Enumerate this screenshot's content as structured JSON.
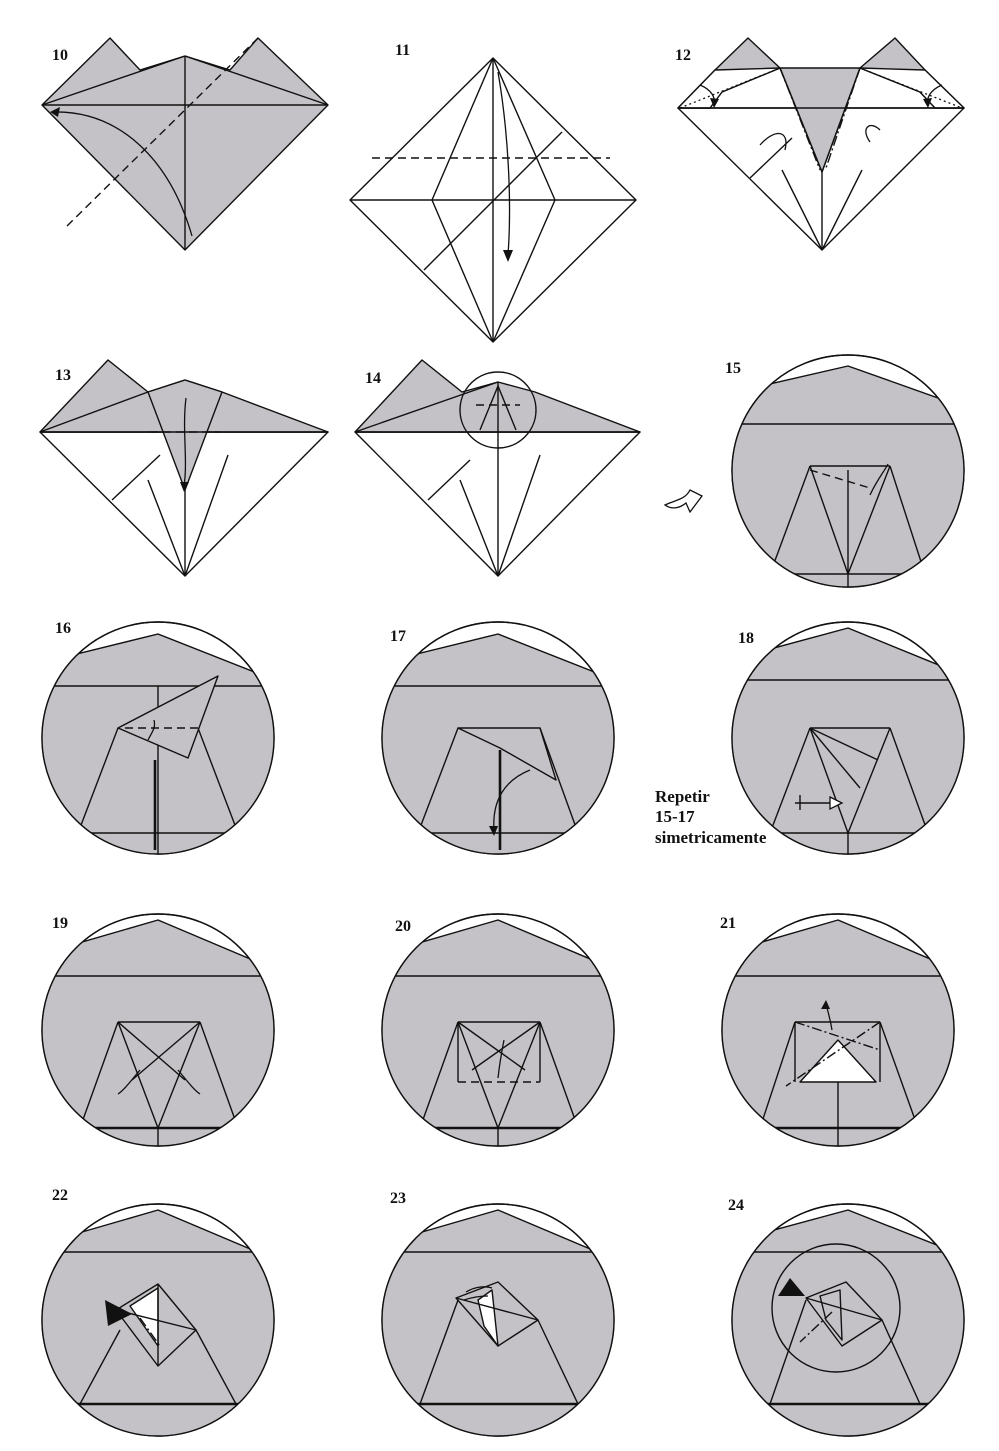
{
  "steps": [
    {
      "number": "10"
    },
    {
      "number": "11"
    },
    {
      "number": "12"
    },
    {
      "number": "13"
    },
    {
      "number": "14"
    },
    {
      "number": "15"
    },
    {
      "number": "16"
    },
    {
      "number": "17"
    },
    {
      "number": "18"
    },
    {
      "number": "19"
    },
    {
      "number": "20"
    },
    {
      "number": "21"
    },
    {
      "number": "22"
    },
    {
      "number": "23"
    },
    {
      "number": "24"
    }
  ],
  "note": {
    "line1": "Repetir",
    "line2": "15-17",
    "line3": "simetricamente"
  },
  "colors": {
    "paper_colored": "#c4c2c6",
    "paper_white": "#ffffff",
    "line": "#111111"
  },
  "icons": [
    "turn-over-icon",
    "push-arrow-icon",
    "fold-arrow-icon",
    "sink-arrow-icon"
  ]
}
